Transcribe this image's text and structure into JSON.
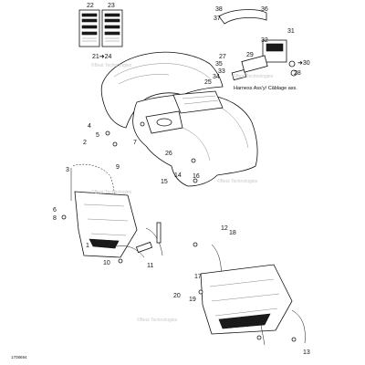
{
  "diagram": {
    "ref_code": "1708694",
    "harness_note": "Harness Ass'y/ Câblage ass.",
    "watermark": "©Best Technologies",
    "labels": {
      "decal_left": "22",
      "decal_right": "23",
      "front_fender_arrow": "21➜24",
      "rear_bumper_arrow": "➜30",
      "cable_3": "3",
      "cable_13": "13"
    },
    "callouts": [
      "1",
      "2",
      "4",
      "5",
      "6",
      "7",
      "8",
      "9",
      "10",
      "11",
      "12",
      "14",
      "15",
      "16",
      "17",
      "18",
      "19",
      "20",
      "25",
      "26",
      "27",
      "28",
      "29",
      "31",
      "32",
      "33",
      "34",
      "35",
      "36",
      "37",
      "38"
    ]
  }
}
